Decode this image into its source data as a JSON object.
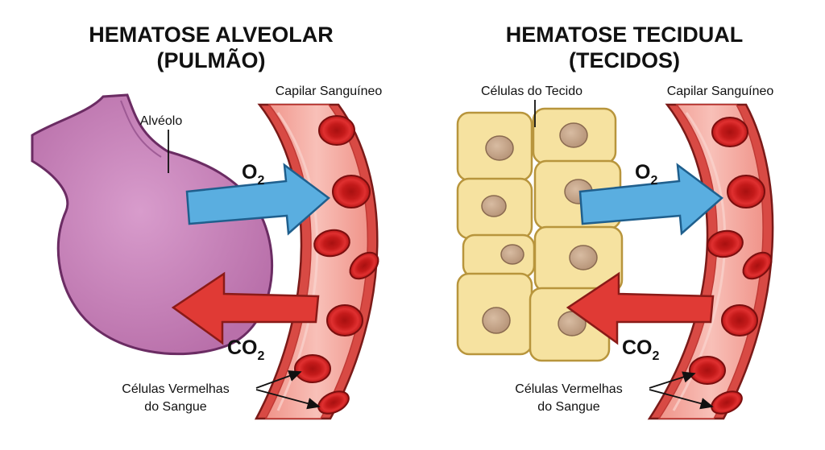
{
  "left_panel": {
    "title_line1": "HEMATOSE ALVEOLAR",
    "title_line2": "(PULMÃO)",
    "capillary_label": "Capilar Sanguíneo",
    "alveolus_label": "Alvéolo",
    "o2_label": "O",
    "o2_sub": "2",
    "co2_label": "CO",
    "co2_sub": "2",
    "rbc_label_line1": "Células Vermelhas",
    "rbc_label_line2": "do Sangue"
  },
  "right_panel": {
    "title_line1": "HEMATOSE TECIDUAL",
    "title_line2": "(TECIDOS)",
    "tissue_label": "Células do Tecido",
    "capillary_label": "Capilar Sanguíneo",
    "o2_label": "O",
    "o2_sub": "2",
    "co2_label": "CO",
    "co2_sub": "2",
    "rbc_label_line1": "Células Vermelhas",
    "rbc_label_line2": "do Sangue"
  },
  "colors": {
    "o2_arrow": "#5aaee0",
    "co2_arrow": "#e03a35",
    "alveolus": "#c780b8",
    "vessel_wall": "#e0574f",
    "vessel_lumen": "#f6b2aa",
    "red_blood_cell": "#d62525",
    "tissue_cell": "#f6e2a0",
    "nucleus": "#c9a78a"
  }
}
